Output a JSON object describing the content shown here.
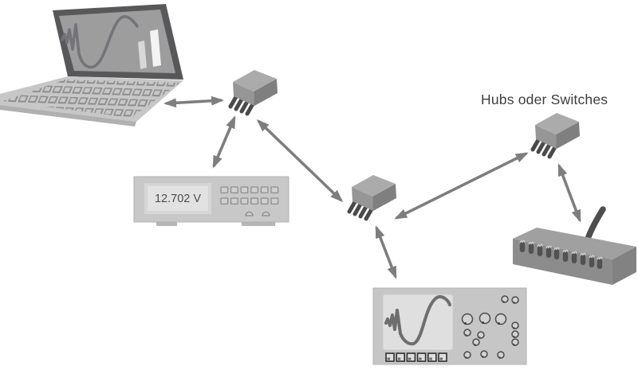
{
  "diagram": {
    "label_hubs": "Hubs oder Switches",
    "multimeter_display": "12.702 V"
  },
  "devices": [
    {
      "name": "laptop",
      "type": "laptop-with-waveform-and-bars"
    },
    {
      "name": "hub-1",
      "type": "network-hub-chip-4-pins"
    },
    {
      "name": "multimeter",
      "type": "bench-multimeter",
      "display_value": "12.702 V"
    },
    {
      "name": "hub-2",
      "type": "network-hub-chip-4-pins"
    },
    {
      "name": "hub-3",
      "type": "network-hub-chip-4-pins",
      "label": "Hubs oder Switches"
    },
    {
      "name": "switch-box",
      "type": "switch-with-antenna-and-ports"
    },
    {
      "name": "oscilloscope",
      "type": "oscilloscope-with-waveform"
    }
  ],
  "connections": [
    {
      "from": "laptop",
      "to": "hub-1",
      "style": "double-arrow"
    },
    {
      "from": "hub-1",
      "to": "multimeter",
      "style": "double-arrow"
    },
    {
      "from": "hub-1",
      "to": "hub-2",
      "style": "double-arrow"
    },
    {
      "from": "hub-2",
      "to": "hub-3",
      "style": "double-arrow"
    },
    {
      "from": "hub-2",
      "to": "oscilloscope",
      "style": "double-arrow"
    },
    {
      "from": "hub-3",
      "to": "switch-box",
      "style": "double-arrow"
    }
  ],
  "icons": {
    "laptop": "laptop-icon",
    "hub": "hub-chip-icon",
    "multimeter": "multimeter-icon",
    "oscilloscope": "oscilloscope-icon",
    "switch": "switch-antenna-icon",
    "connection": "double-headed-arrow-icon"
  },
  "colors": {
    "background": "#ffffff",
    "arrow": "#7e7e7e",
    "device_body": "#c6c6c6",
    "screen_gray": "#9d9d9e",
    "display_light": "#e2e2e2",
    "dark_accent": "#4d4d4d",
    "label_text": "#3e3e3e"
  }
}
